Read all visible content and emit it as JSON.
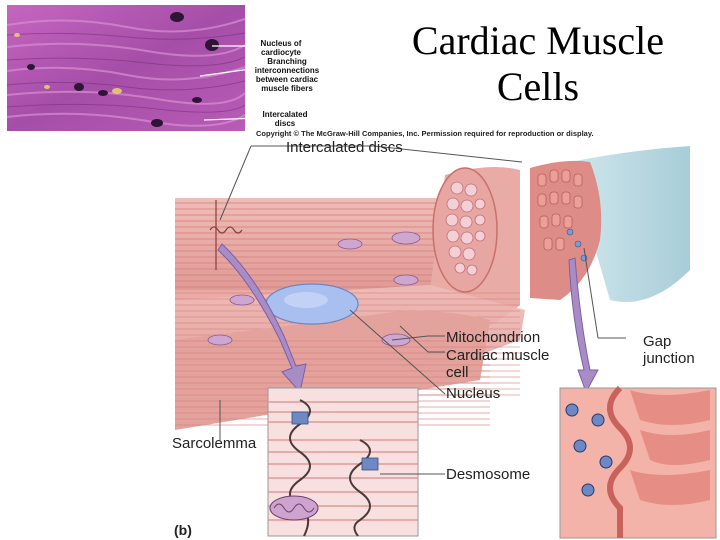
{
  "slide": {
    "title": "Cardiac Muscle Cells"
  },
  "micrograph": {
    "labels": {
      "nucleus": "Nucleus of cardiocyte",
      "branching": "Branching interconnections between cardiac muscle fibers",
      "discs": "Intercalated discs"
    }
  },
  "illustration": {
    "copyright": "Copyright © The McGraw-Hill Companies, Inc. Permission required for reproduction or display.",
    "labels": {
      "intercalated": "Intercalated discs",
      "mitochondrion": "Mitochondrion",
      "cell": "Cardiac muscle cell",
      "nucleus": "Nucleus",
      "gap": "Gap junction",
      "sarcolemma": "Sarcolemma",
      "desmosome": "Desmosome",
      "panel": "(b)"
    }
  },
  "colors": {
    "micrograph_bg": "#b45ab0",
    "muscle_body": "#e7a8a4",
    "muscle_dark": "#cc6f6c",
    "nucleus": "#9fb5e6",
    "arrow": "#a88cc6",
    "gap_bg": "#d9eef1"
  }
}
